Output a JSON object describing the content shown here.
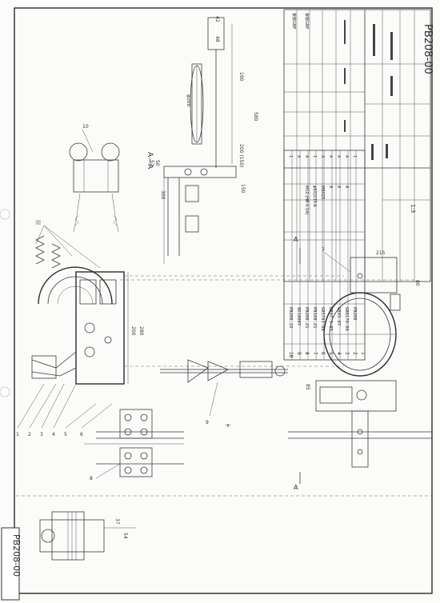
{
  "drawing_number": "PB208-00",
  "title_block": {
    "drawing_no": "PB208-00",
    "scale": "1:3",
    "top_note_1": "审核GBP",
    "top_note_2": "审核GBP"
  },
  "parts_list": [
    {
      "no": "10",
      "code": "PB208.22"
    },
    {
      "no": "9",
      "code": "8D10007"
    },
    {
      "no": "8",
      "code": "PB208.21"
    },
    {
      "no": "7",
      "code": "PB108.21"
    },
    {
      "no": "6",
      "code": "GB5781-86"
    },
    {
      "no": "5",
      "code": "GB97.1-85"
    },
    {
      "no": "4",
      "code": "GB93-87"
    },
    {
      "no": "3",
      "code": "GB6170-86"
    },
    {
      "no": "2",
      "code": "PB208"
    },
    {
      "no": "1",
      "code": ""
    }
  ],
  "parts_spec": [
    "M12 (HB 0.14)",
    "",
    "φ6/Q235-A",
    "M8X25",
    "8",
    "8",
    "8"
  ],
  "parts_qty": [
    "1",
    "4",
    "4",
    "1",
    "4",
    "4",
    "4",
    "4",
    "1"
  ],
  "dimensions": {
    "d200": "φ200",
    "d190": "190",
    "d580": "580",
    "d300": "300",
    "d150": "150",
    "d200_150": "200 (150)",
    "d215": "215",
    "d80": "80",
    "d85": "85",
    "d200b": "200",
    "d280": "280",
    "d54": "54",
    "d42": "42",
    "d48": "48",
    "d50": "50",
    "d37": "37",
    "d52": "52"
  },
  "callouts": [
    "1",
    "2",
    "3",
    "4",
    "5",
    "6",
    "7",
    "8",
    "9",
    "10"
  ],
  "section_label": "A—A",
  "section_marks": [
    "A",
    "A"
  ]
}
